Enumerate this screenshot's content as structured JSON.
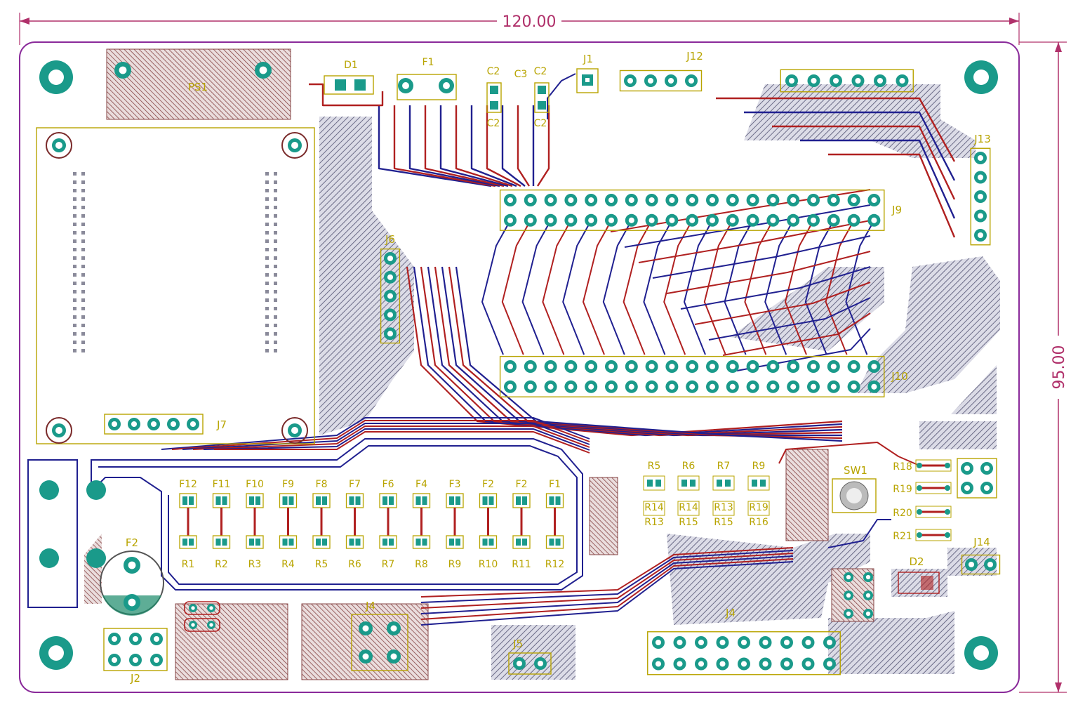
{
  "dimensions": {
    "width": "120.00",
    "height": "95.00"
  },
  "colors": {
    "board_outline": "#8a2a9a",
    "dimension": "#b0306a",
    "silk": "#b8a400",
    "pad": "#1a9a8a",
    "trace_top": "#b02020",
    "trace_bottom": "#202090",
    "pour": "#6a6a8a"
  },
  "labels": {
    "ps1": "PS1",
    "d1": "D1",
    "f1": "F1",
    "c2a": "C2",
    "c3": "C3",
    "c2b": "C2",
    "c2c": "C2",
    "c2d": "C2",
    "j1": "J1",
    "j12": "J12",
    "j13": "J13",
    "j9": "J9",
    "j10": "J10",
    "j6": "J6",
    "j7": "J7",
    "f2": "F2",
    "j2": "J2",
    "j4a": "J4",
    "j4b": "J4",
    "j5": "J5",
    "sw1": "SW1",
    "j14": "J14",
    "d2": "D2",
    "r5a": "R5",
    "r6a": "R6",
    "r7a": "R7",
    "r9a": "R9",
    "r13": "R13",
    "r15a": "R15",
    "r15b": "R15",
    "r16": "R16",
    "r14a": "R14",
    "r14b": "R14",
    "r13b": "R13",
    "r19b": "R19",
    "r18": "R18",
    "r19": "R19",
    "r20": "R20",
    "r21": "R21"
  },
  "fuse_row": [
    "F12",
    "F11",
    "F10",
    "F9",
    "F8",
    "F7",
    "F6",
    "F4",
    "F3",
    "F2",
    "F2",
    "F1"
  ],
  "resistor_row": [
    "R1",
    "R2",
    "R3",
    "R4",
    "R5",
    "R6",
    "R7",
    "R8",
    "R9",
    "R10",
    "R11",
    "R12"
  ]
}
